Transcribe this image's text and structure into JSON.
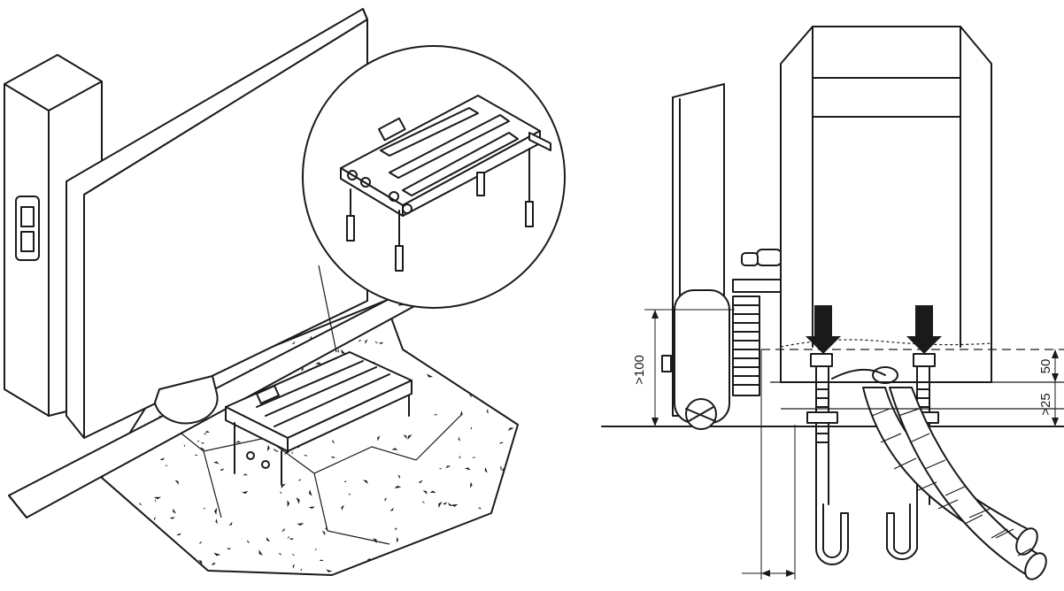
{
  "dimensions": {
    "gear_height": ">100",
    "rack_offset": "50",
    "base_clearance": ">25"
  }
}
